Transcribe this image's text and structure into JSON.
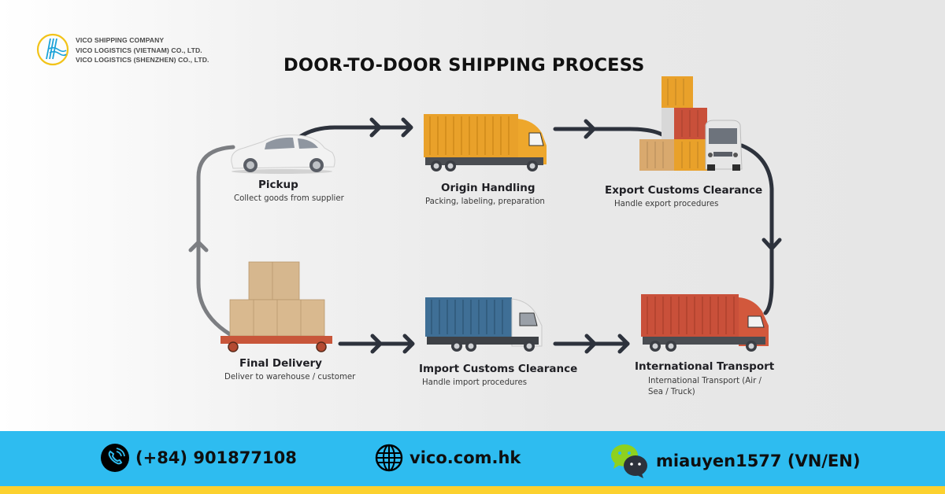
{
  "logo": {
    "icon": "vico-logo-icon",
    "lines": [
      "VICO SHIPPING COMPANY",
      "VICO LOGISTICS (VIETNAM) CO., LTD.",
      "VICO LOGISTICS (SHENZHEN) CO., LTD."
    ]
  },
  "title": "DOOR-TO-DOOR SHIPPING PROCESS",
  "steps": [
    {
      "id": "pickup",
      "title": "Pickup",
      "description": "Collect goods from supplier",
      "icon": "car-icon"
    },
    {
      "id": "origin-handling",
      "title": "Origin Handling",
      "description": "Packing, labeling, preparation",
      "icon": "yellow-truck-icon"
    },
    {
      "id": "export-customs",
      "title": "Export Customs Clearance",
      "description": "Handle export procedures",
      "icon": "containers-van-icon"
    },
    {
      "id": "international-transport",
      "title": "International Transport",
      "description": "International Transport (Air / Sea / Truck)",
      "icon": "red-truck-icon"
    },
    {
      "id": "import-customs",
      "title": "Import Customs Clearance",
      "description": "Handle import procedures",
      "icon": "blue-truck-icon"
    },
    {
      "id": "final-delivery",
      "title": "Final Delivery",
      "description": "Deliver to warehouse / customer",
      "icon": "boxes-cart-icon"
    }
  ],
  "footer": {
    "phone": {
      "icon": "phone-icon",
      "text": "(+84) 901877108"
    },
    "website": {
      "icon": "globe-icon",
      "text": "vico.com.hk"
    },
    "wechat": {
      "icon": "wechat-icon",
      "text": "miauyen1577 (VN/EN)"
    }
  },
  "colors": {
    "footer_bg": "#2ebcf0",
    "footer_strip": "#fcd12e",
    "arrow_dark": "#2d323c",
    "arrow_grey": "#7c7e82",
    "yellow_container": "#e9a12a",
    "red_container": "#c9503a",
    "blue_container": "#3f6f96"
  }
}
